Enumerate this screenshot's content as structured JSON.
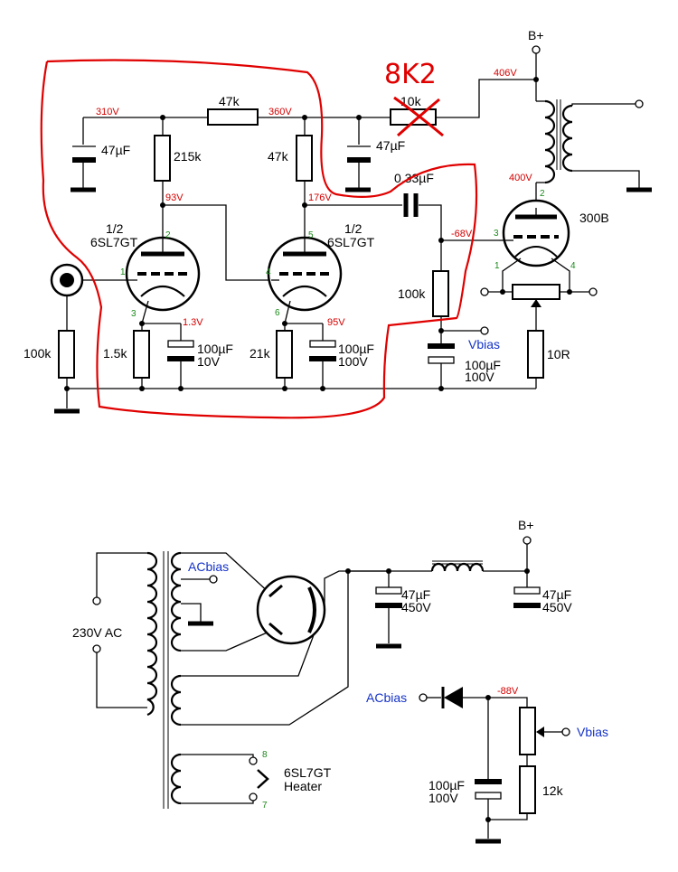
{
  "top": {
    "rail_voltage_left": "310V",
    "rail_voltage_mid": "360V",
    "supply_voltage": "406V",
    "bplus_label": "B+",
    "r_feed": "47k",
    "r_supply": "10k",
    "handwritten_value": "8K2",
    "c_filter1": "47µF",
    "c_filter2": "47µF",
    "r_plate1": "215k",
    "r_plate2": "47k",
    "v_plate1": "93V",
    "v_plate2": "176V",
    "tube1_name": "1/2",
    "tube1_type": "6SL7GT",
    "tube2_name": "1/2",
    "tube2_type": "6SL7GT",
    "coupling_cap": "0.33µF",
    "grid_bias": "-68V",
    "r_grid": "100k",
    "bias_label": "Vbias",
    "c_bias": "100µF",
    "c_bias_v": "100V",
    "power_tube": "300B",
    "v_power_plate": "400V",
    "r_hum": "10R",
    "r_input": "100k",
    "r_cathode1": "1.5k",
    "v_cathode1": "1.3V",
    "c_cathode1": "100µF",
    "c_cathode1_v": "10V",
    "r_cathode2": "21k",
    "v_cathode2": "95V",
    "c_cathode2": "100µF",
    "c_cathode2_v": "100V",
    "pins": {
      "t1_plate": "2",
      "t1_grid": "1",
      "t1_cathode": "3",
      "t2_plate": "5",
      "t2_grid": "4",
      "t2_cathode": "6",
      "p_plate": "2",
      "p_grid": "3",
      "p_f1": "1",
      "p_f2": "4"
    }
  },
  "bottom": {
    "mains_label": "230V AC",
    "acbias_label": "ACbias",
    "acbias_label2": "ACbias",
    "bplus_label": "B+",
    "c1": "47µF",
    "c1_v": "450V",
    "c2": "47µF",
    "c2_v": "450V",
    "bias_voltage": "-88V",
    "vbias_label": "Vbias",
    "c_bias": "100µF",
    "c_bias_v": "100V",
    "r_bias": "12k",
    "heater_line1": "6SL7GT",
    "heater_line2": "Heater",
    "heater_pin_top": "8",
    "heater_pin_bottom": "7"
  },
  "colors": {
    "voltage": "#d40000",
    "pin": "#1a8a1a",
    "signal": "#1533c8",
    "annotation": "#e00000"
  }
}
